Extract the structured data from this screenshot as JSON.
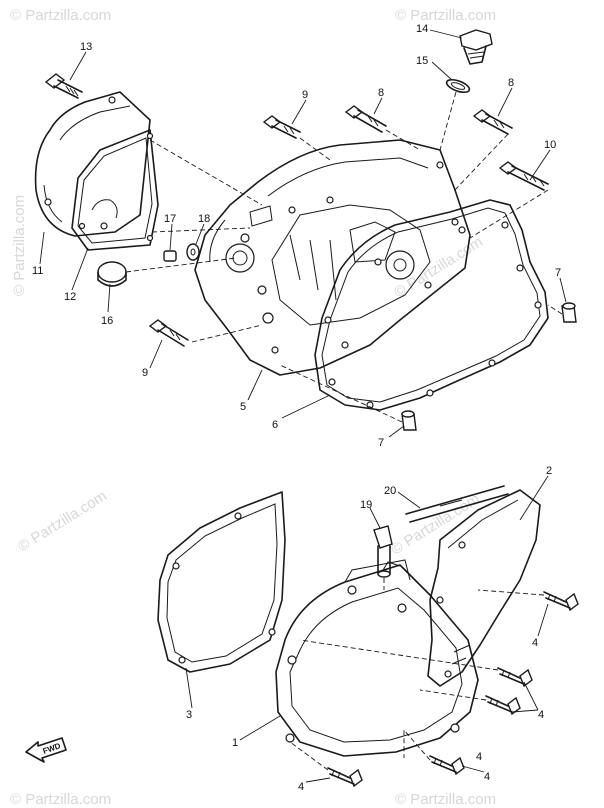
{
  "watermarks": [
    "© Partzilla.com",
    "© Partzilla.com",
    "© Partzilla.com",
    "© Partzilla.com",
    "© Partzilla.com",
    "© Partzilla.com",
    "© Partzilla.com",
    "© Partzilla.com"
  ],
  "callouts": {
    "c1": "1",
    "c2": "2",
    "c3": "3",
    "c4a": "4",
    "c4b": "4",
    "c4c": "4",
    "c4d": "4",
    "c4e": "4",
    "c5": "5",
    "c6": "6",
    "c7a": "7",
    "c7b": "7",
    "c8a": "8",
    "c8b": "8",
    "c9a": "9",
    "c9b": "9",
    "c10": "10",
    "c11": "11",
    "c12": "12",
    "c13": "13",
    "c14": "14",
    "c15": "15",
    "c16": "16",
    "c17": "17",
    "c18": "18",
    "c19": "19",
    "c20": "20"
  },
  "fwd_label": "FWD"
}
